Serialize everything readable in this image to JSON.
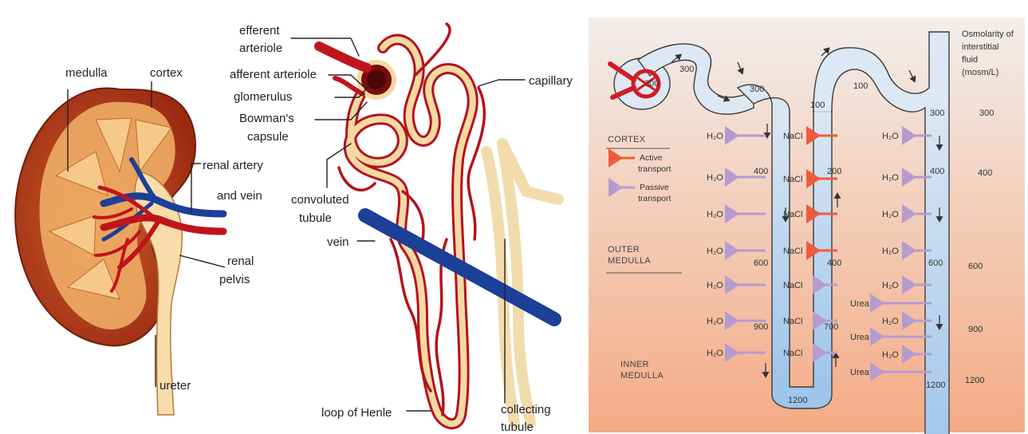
{
  "kidney": {
    "labels": {
      "medulla": "medulla",
      "cortex": "cortex",
      "renal_artery_vein_1": "renal artery",
      "renal_artery_vein_2": "and vein",
      "renal_pelvis_1": "renal",
      "renal_pelvis_2": "pelvis",
      "ureter": "ureter"
    }
  },
  "nephron": {
    "labels": {
      "efferent_1": "efferent",
      "efferent_2": "arteriole",
      "afferent": "afferent arteriole",
      "glomerulus": "glomerulus",
      "bowmans_1": "Bowman's",
      "bowmans_2": "capsule",
      "capillary": "capillary",
      "convoluted_1": "convoluted",
      "convoluted_2": "tubule",
      "vein": "vein",
      "loop": "loop of Henle",
      "collecting_1": "collecting",
      "collecting_2": "tubule"
    }
  },
  "countercurrent": {
    "osmolarity_header": [
      "Osmolarity of",
      "interstitial",
      "fluid",
      "(mosm/L)"
    ],
    "osmolarity_values": [
      "300",
      "400",
      "600",
      "900",
      "1200"
    ],
    "regions": {
      "cortex": "CORTEX",
      "outer_1": "OUTER",
      "outer_2": "MEDULLA",
      "inner_1": "INNER",
      "inner_2": "MEDULLA"
    },
    "legend": {
      "active_1": "Active",
      "active_2": "transport",
      "passive_1": "Passive",
      "passive_2": "transport"
    },
    "tubule_values": {
      "glom": "300",
      "pct": "300",
      "desc_top": "300",
      "desc_400": "400",
      "desc_600": "600",
      "desc_900": "900",
      "bottom": "1200",
      "asc_700": "700",
      "asc_400": "400",
      "asc_200": "200",
      "asc_100": "100",
      "dct_100": "100",
      "coll_300": "300",
      "coll_400": "400",
      "coll_600": "600",
      "coll_1200": "1200"
    },
    "h2o": "H₂O",
    "nacl": "NaCl",
    "urea": "Urea",
    "colors": {
      "active": "#f05a3c",
      "passive": "#b79bd0",
      "tubule": "#b9d6ee",
      "interstitium_top": "#f1ecea",
      "interstitium_bottom": "#f3b08a"
    }
  }
}
